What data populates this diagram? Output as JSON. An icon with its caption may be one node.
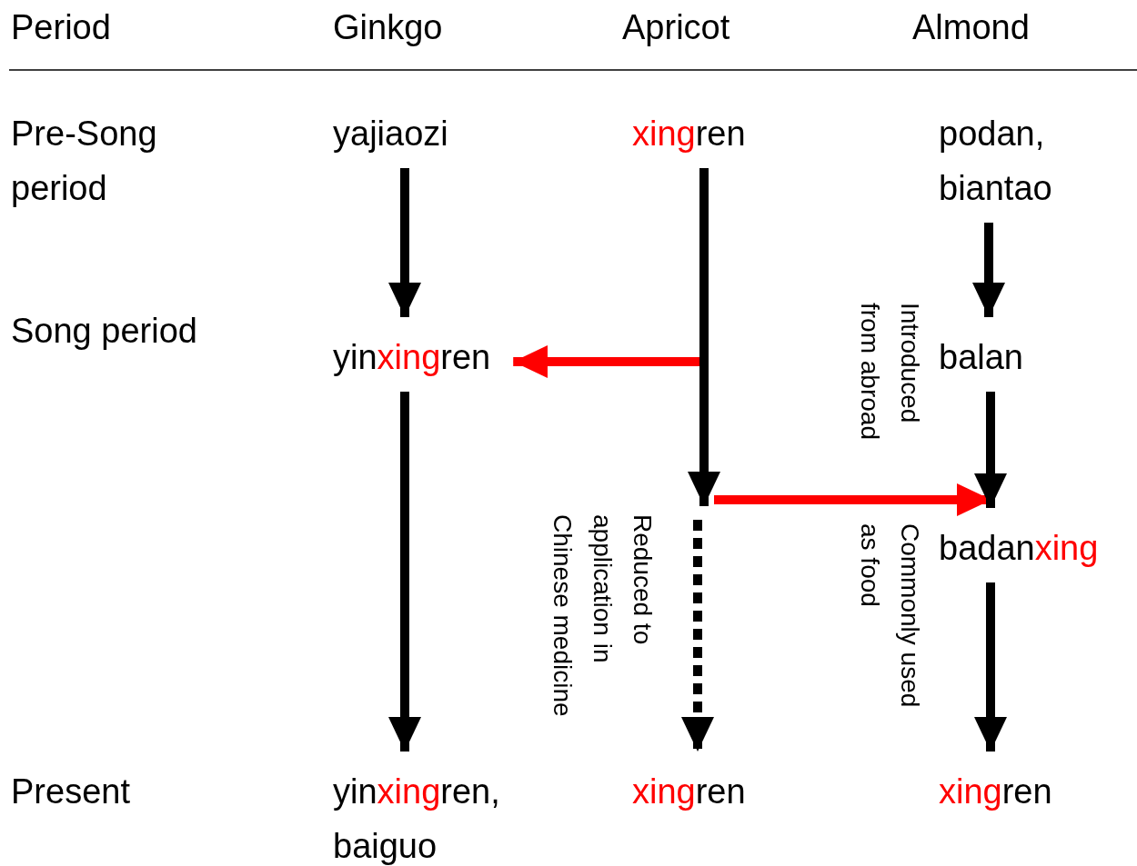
{
  "diagram": {
    "nodes": [
      {
        "text": [
          "yajiaozi"
        ]
      },
      {
        "text": [
          "xingren"
        ]
      },
      {
        "text": [
          "podan, biantao"
        ]
      },
      {
        "text": [
          "yinxingren"
        ]
      },
      {
        "text": [
          "balan"
        ]
      },
      {
        "text": [
          "badanxing"
        ]
      },
      {
        "text": [
          "yinxingren, baiguo"
        ]
      },
      {
        "text": [
          "xingren"
        ]
      },
      {
        "text": [
          "xingren"
        ]
      }
    ],
    "edges": [
      {
        "from": 0,
        "to": 3,
        "arrow": "to"
      },
      {
        "from": 1,
        "to": 3,
        "arrow": "to",
        "color": "#ff0000"
      },
      {
        "from": 1,
        "to": null,
        "arrow": "to"
      },
      {
        "from": null,
        "to": 5,
        "arrow": "to",
        "color": "#ff0000"
      },
      {
        "from": null,
        "to": 7,
        "arrow": "to",
        "style": "dashed"
      },
      {
        "from": 2,
        "to": 4,
        "arrow": "to"
      },
      {
        "from": 4,
        "to": 5,
        "arrow": "to"
      },
      {
        "from": 3,
        "to": 6,
        "arrow": "to"
      },
      {
        "from": 5,
        "to": 8,
        "arrow": "to"
      }
    ],
    "labels": [
      "Period",
      "Ginkgo",
      "Apricot",
      "Almond",
      "Pre-Song period",
      "Song period",
      "Introduced from abroad",
      "Reduced to application in Chinese medicine",
      "Commonly used as food",
      "Present"
    ]
  }
}
